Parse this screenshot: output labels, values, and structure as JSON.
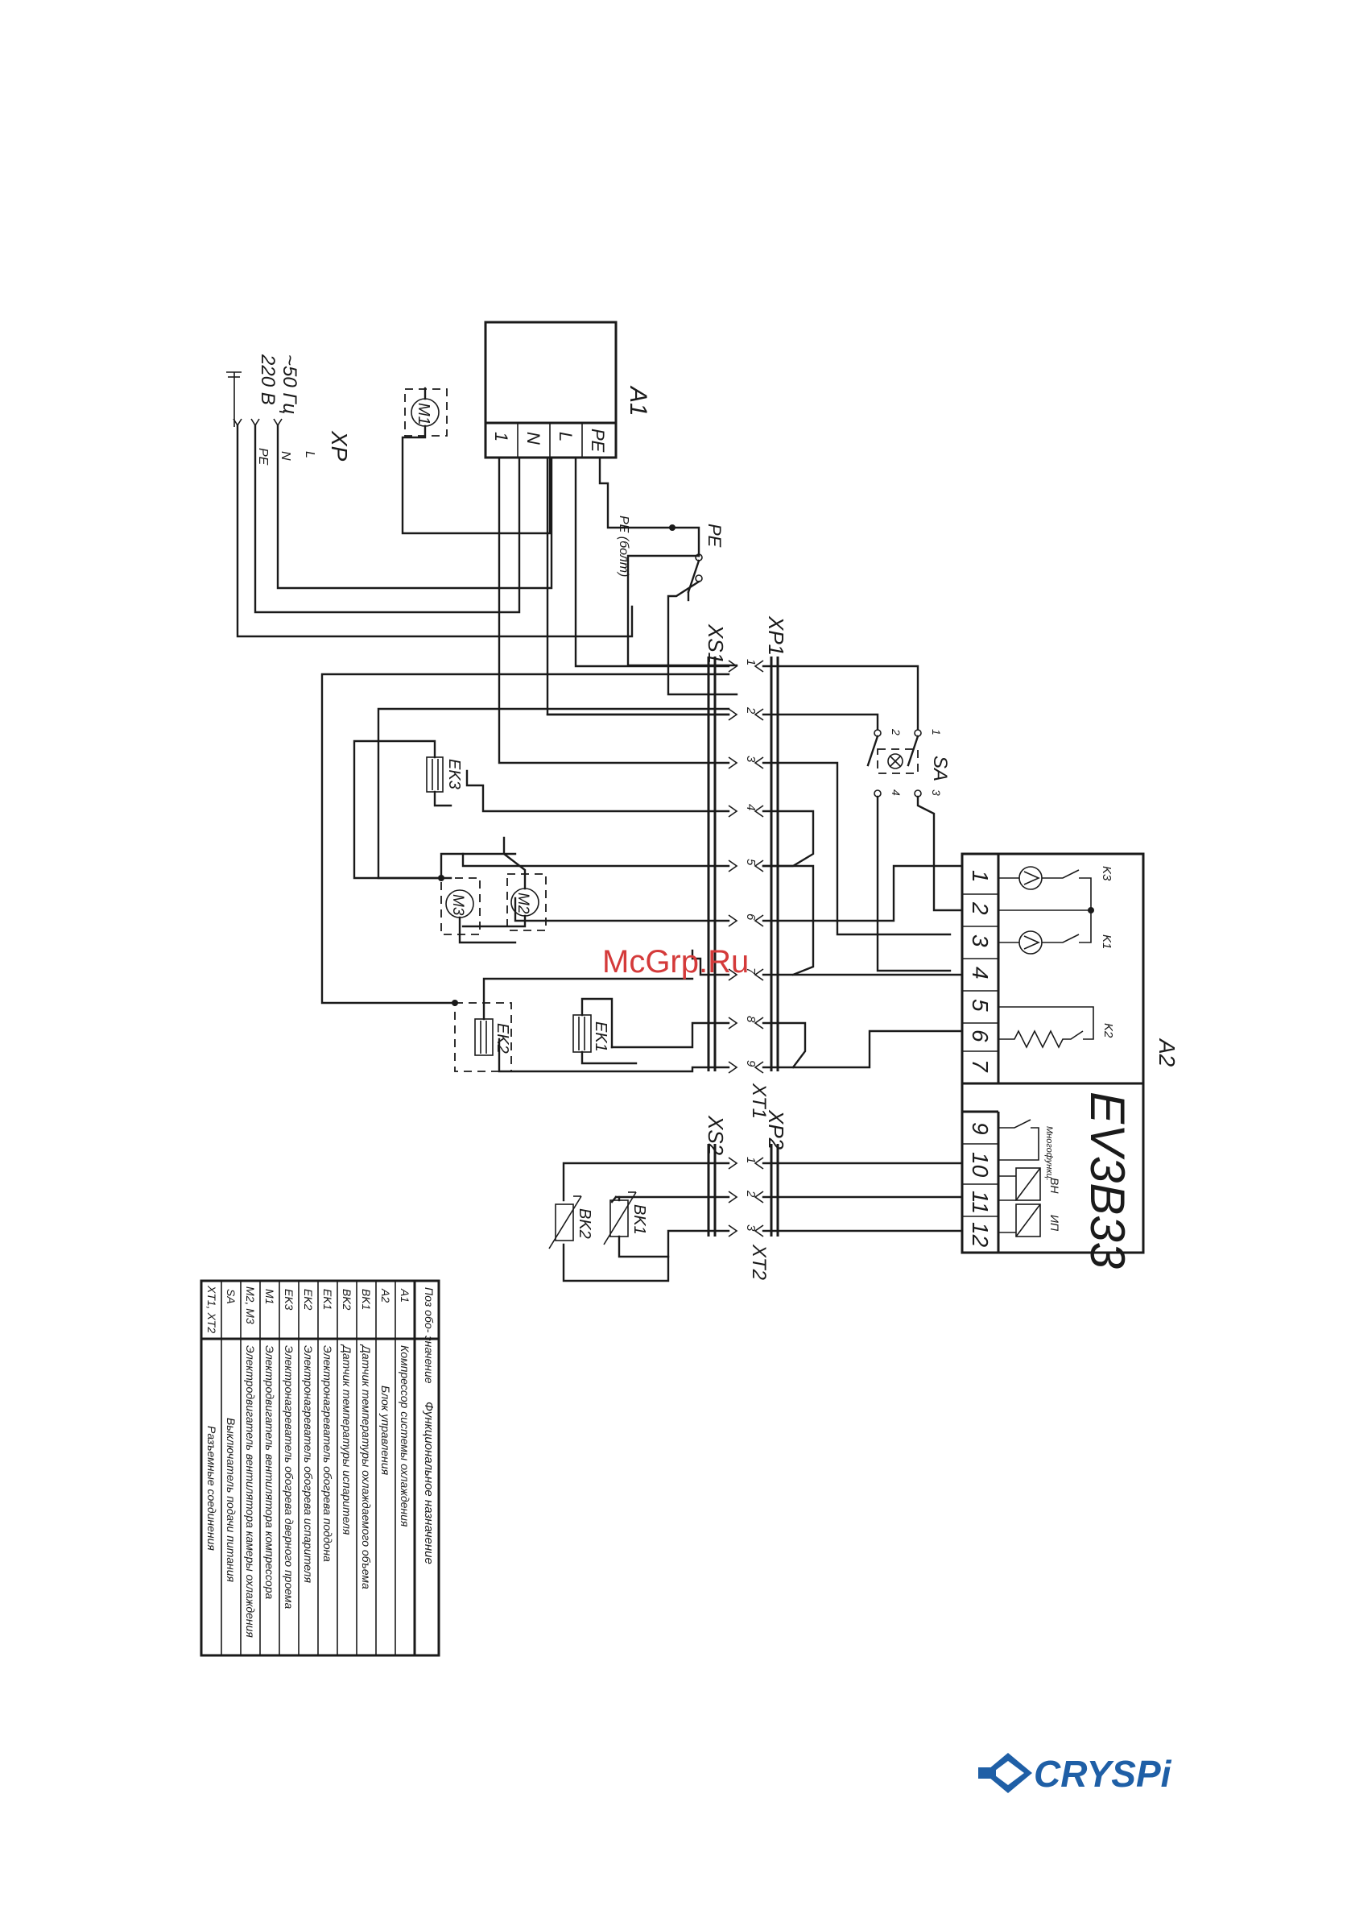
{
  "diagram": {
    "a1": {
      "title": "A1",
      "terminals": [
        "1",
        "N",
        "L",
        "PE"
      ]
    },
    "xp": {
      "title": "XP",
      "phase_labels": [
        "L",
        "N",
        "PE"
      ],
      "supply_line1": "~50 Гц",
      "supply_line2": "220 В"
    },
    "m1_label": "M1",
    "pe_bolt": "PE (болт)",
    "pe_label": "PE",
    "xs1": "XS1",
    "xp1": "XP1",
    "xt1": "XT1",
    "xs2": "XS2",
    "xp2": "XP2",
    "xt2": "XT2",
    "xt1_pins": [
      "1",
      "2",
      "3",
      "4",
      "5",
      "6",
      "7",
      "8",
      "9"
    ],
    "xt2_pins": [
      "1",
      "2",
      "3"
    ],
    "sa": {
      "title": "SA",
      "pins": [
        "1",
        "2",
        "3",
        "4"
      ]
    },
    "ek1": "EK1",
    "ek2": "EK2",
    "ek3": "EK3",
    "m2": "M2",
    "m3": "M3",
    "bk1": "BK1",
    "bk2": "BK2",
    "a2": {
      "title": "A2",
      "model": "EV3B33",
      "terminals": [
        "1",
        "2",
        "3",
        "4",
        "5",
        "6",
        "7",
        "9",
        "10",
        "11",
        "12"
      ],
      "k3": "K3",
      "k1": "K1",
      "k2": "K2",
      "multifunc": "Многофункц.",
      "vn": "ВН",
      "ip": "ИП"
    }
  },
  "legend": {
    "header_pos": "Поз обо- значение",
    "header_func": "Функциональное назначение",
    "rows": [
      {
        "pos": "A1",
        "func": "Компрессор системы охлаждения"
      },
      {
        "pos": "A2",
        "func": "Блок управления"
      },
      {
        "pos": "BK1",
        "func": "Датчик температуры охлаждаемого объема"
      },
      {
        "pos": "BK2",
        "func": "Датчик температуры испарителя"
      },
      {
        "pos": "EK1",
        "func": "Электронагреватель обогрева поддона"
      },
      {
        "pos": "EK2",
        "func": "Электронагреватель обогрева испарителя"
      },
      {
        "pos": "EK3",
        "func": "Электронагреватель обогрева дверного проема"
      },
      {
        "pos": "M1",
        "func": "Электродвигатель вентилятора компрессора"
      },
      {
        "pos": "M2, M3",
        "func": "Электродвигатель вентилятора камеры охлаждения"
      },
      {
        "pos": "SA",
        "func": "Выключатель подачи питания"
      },
      {
        "pos": "XT1, XT2",
        "func": "Разъемные соединения"
      }
    ]
  },
  "watermark": "McGrp.Ru",
  "logo": {
    "text": "CRYSPi"
  }
}
